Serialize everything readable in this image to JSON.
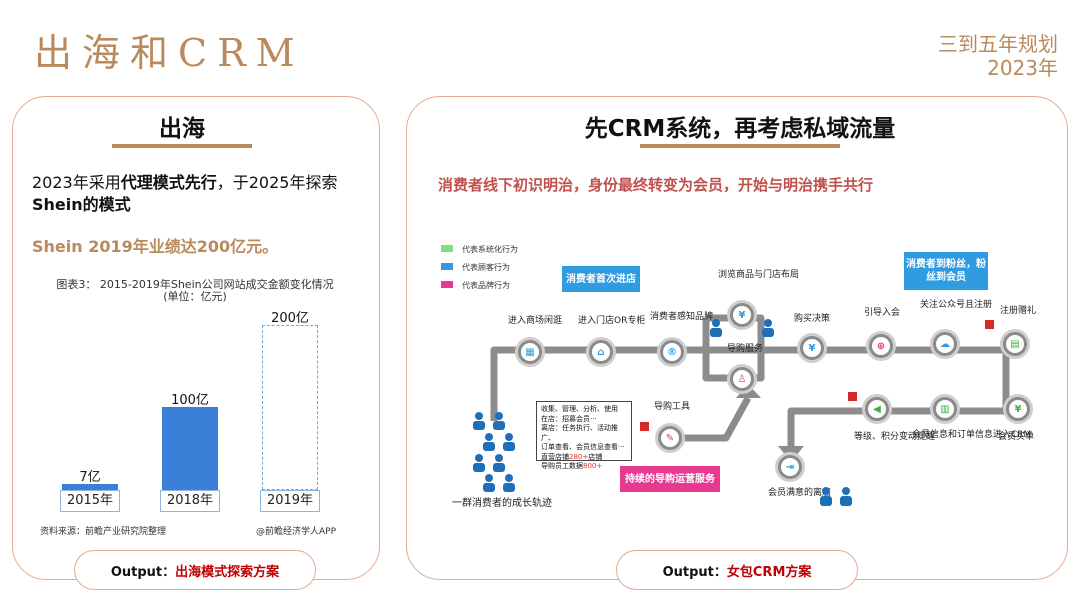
{
  "header": {
    "title": "出海和CRM",
    "plan_line1": "三到五年规划",
    "plan_line2": "2023年"
  },
  "left": {
    "title": "出海",
    "text_part1": "2023年采用",
    "text_bold1": "代理模式先行",
    "text_part2": "，于2025年探索",
    "text_bold2": "Shein的模式",
    "highlight": "Shein 2019年业绩达200亿元。",
    "chart_title_line1": "图表3：  2015-2019年Shein公司网站成交金额变化情况",
    "chart_title_line2": "(单位：亿元)",
    "source": "资料来源：前瞻产业研究院整理",
    "watermark": "@前瞻经济学人APP",
    "output_label": "Output：",
    "output_value": "出海模式探索方案"
  },
  "chart_data": {
    "type": "bar",
    "title": "图表3：  2015-2019年Shein公司网站成交金额变化情况",
    "ylabel": "(单位：亿元)",
    "categories": [
      "2015年",
      "2018年",
      "2019年"
    ],
    "values": [
      7,
      100,
      200
    ],
    "value_labels": [
      "7亿",
      "100亿",
      "200亿"
    ],
    "styles": [
      "solid",
      "solid",
      "dashed"
    ],
    "colors": {
      "bar": "#3b80d8",
      "dashed": "#6fa4e3"
    },
    "ylim": [
      0,
      200
    ]
  },
  "right": {
    "title": "先CRM系统，再考虑私域流量",
    "subtitle": "消费者线下初识明治，身份最终转变为会员，开始与明治携手共行",
    "legend": [
      {
        "color": "#7ee07e",
        "label": "代表系统化行为"
      },
      {
        "color": "#2f9be0",
        "label": "代表顾客行为"
      },
      {
        "color": "#e6398f",
        "label": "代表品牌行为"
      }
    ],
    "tags": {
      "first_visit": "消费者首次进店",
      "to_fans": "消费者到粉丝，粉丝到会员",
      "ops": "持续的导购运营服务"
    },
    "nodes": {
      "mall": "进入商场闲逛",
      "store": "进入门店OR专柜",
      "brand": "消费者感知品牌",
      "browse": "浏览商品与门店布局",
      "guide": "导购服务",
      "buy": "购买决策",
      "join": "引导入会",
      "follow": "关注公众号且注册",
      "gift": "注册赠礼",
      "purchase": "会员买单",
      "crm": "会员信息和订单信息进入CRM",
      "level": "等级、积分变动提醒",
      "leave": "会员满意的离店",
      "tool": "导购工具",
      "crowd": "一群消费者的成长轨迹"
    },
    "note_lines": [
      "收集、管理、分析、使用",
      "在店：招募会员···",
      "离店：任务执行、活动推广、",
      "订单查看、会员信息查看···"
    ],
    "note_stat1_label": "直营店铺",
    "note_stat1_value": "280+",
    "note_stat1_suffix": "店铺",
    "note_stat2_label": "导购员工数据",
    "note_stat2_value": "800+",
    "output_label": "Output：",
    "output_value": "女包CRM方案"
  }
}
